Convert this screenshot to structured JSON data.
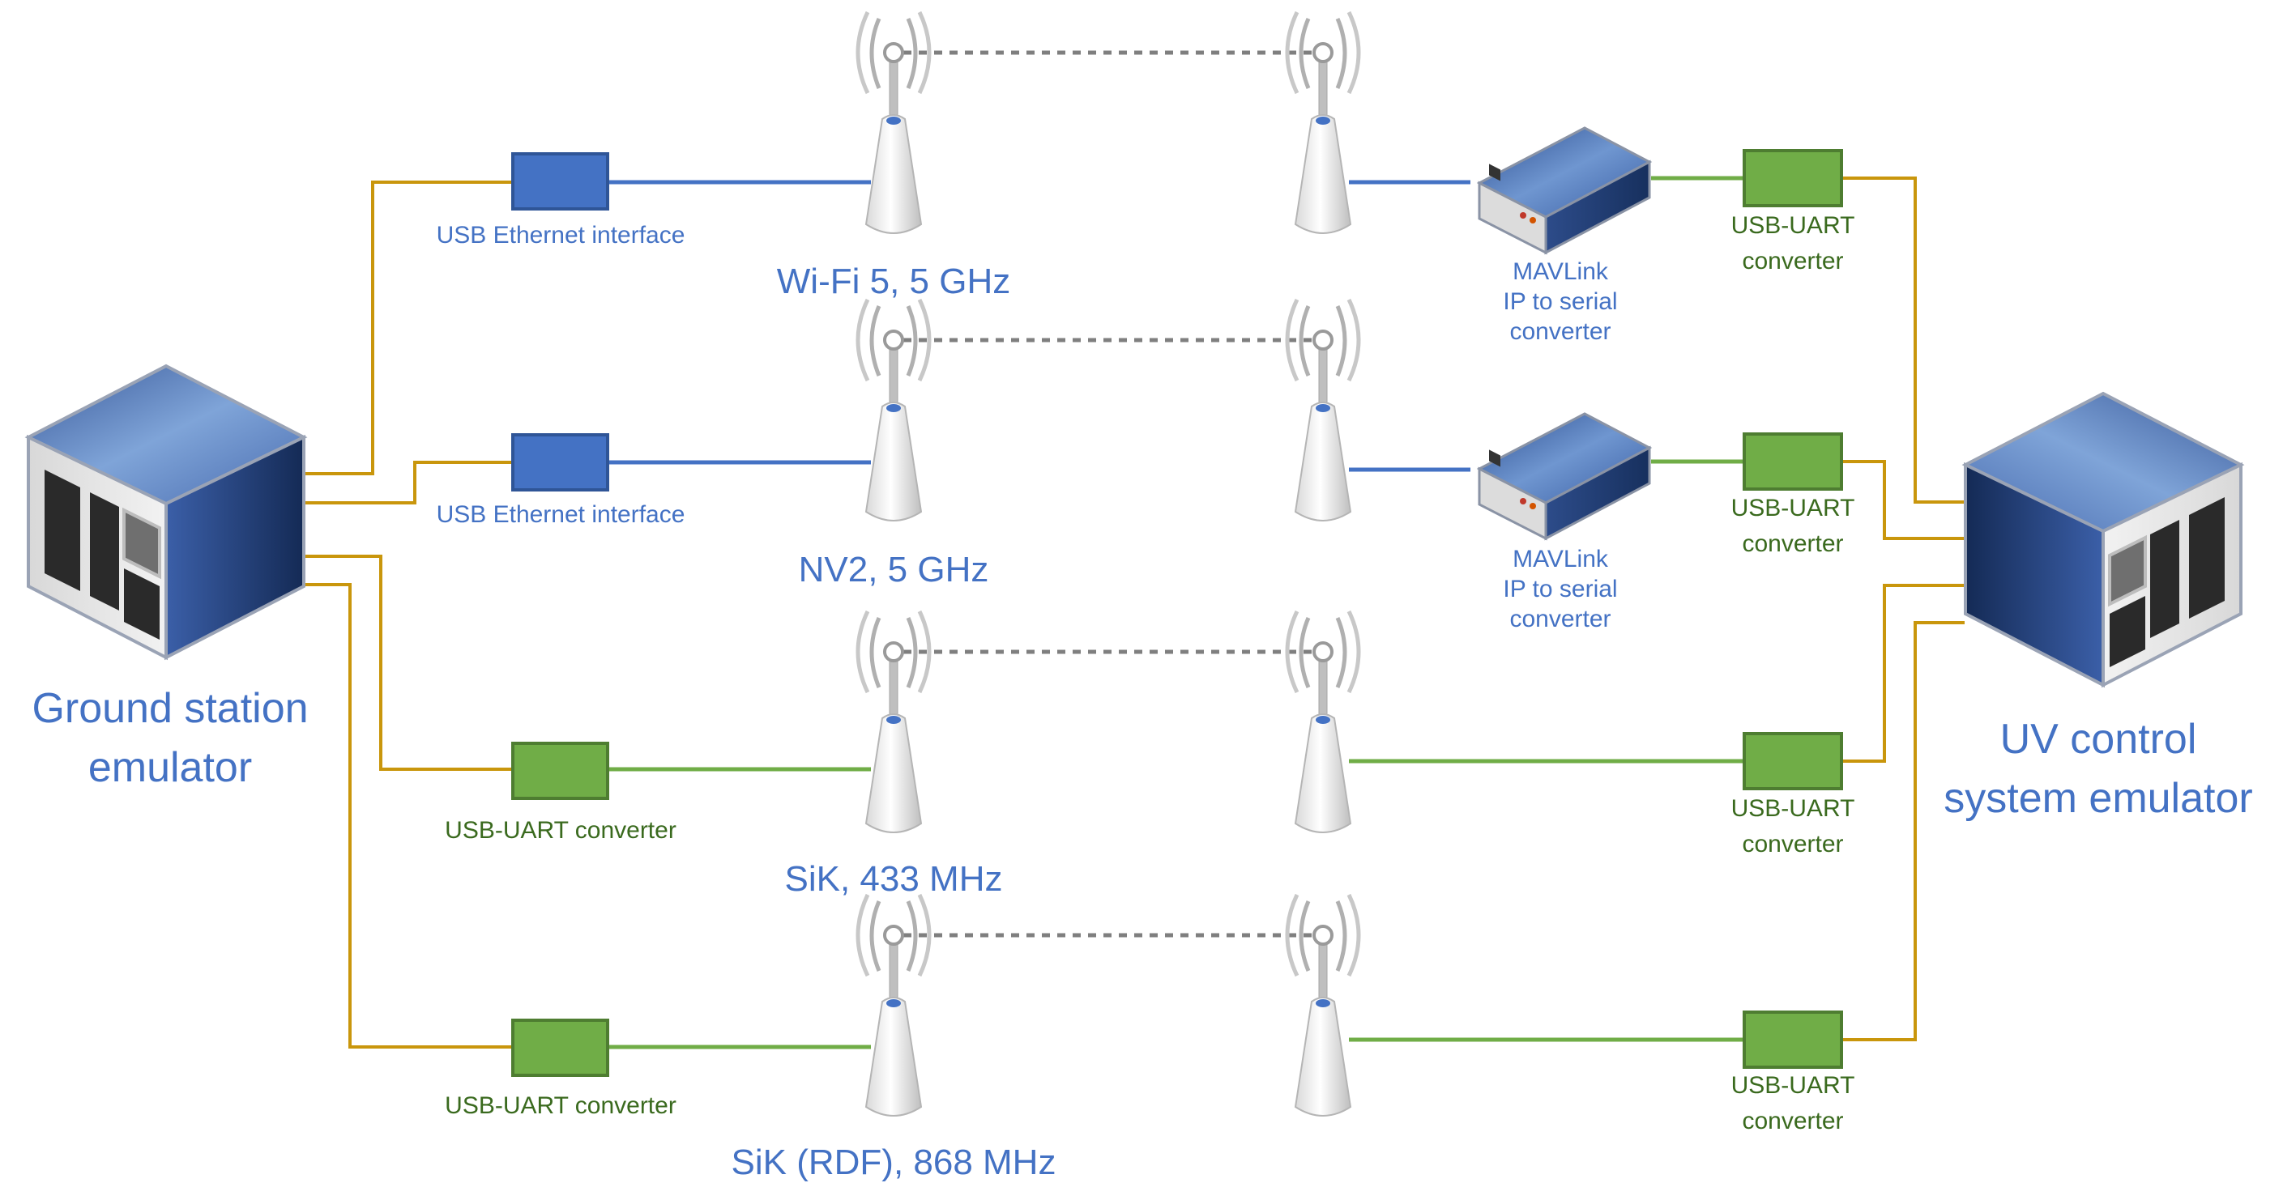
{
  "ground_station": {
    "line1": "Ground station",
    "line2": "emulator"
  },
  "uv_system": {
    "line1": "UV control",
    "line2": "system emulator"
  },
  "links": [
    {
      "name": "Wi-Fi 5, 5 GHz",
      "left_adapter": "USB Ethernet interface",
      "right_device": [
        "MAVLink",
        "IP to serial",
        "converter"
      ],
      "right_adapter": [
        "USB-UART",
        "converter"
      ]
    },
    {
      "name": "NV2, 5 GHz",
      "left_adapter": "USB Ethernet interface",
      "right_device": [
        "MAVLink",
        "IP to serial",
        "converter"
      ],
      "right_adapter": [
        "USB-UART",
        "converter"
      ]
    },
    {
      "name": "SiK, 433 MHz",
      "left_adapter": "USB-UART converter",
      "right_adapter": [
        "USB-UART",
        "converter"
      ]
    },
    {
      "name": "SiK (RDF), 868 MHz",
      "left_adapter": "USB-UART converter",
      "right_adapter": [
        "USB-UART",
        "converter"
      ]
    }
  ],
  "colors": {
    "ethernet_interface": "#4472C4",
    "uart_converter": "#70AD47",
    "serial_wire": "#C9960C",
    "label_text": "#4472C4",
    "radio_link": "#7f7f7f"
  }
}
